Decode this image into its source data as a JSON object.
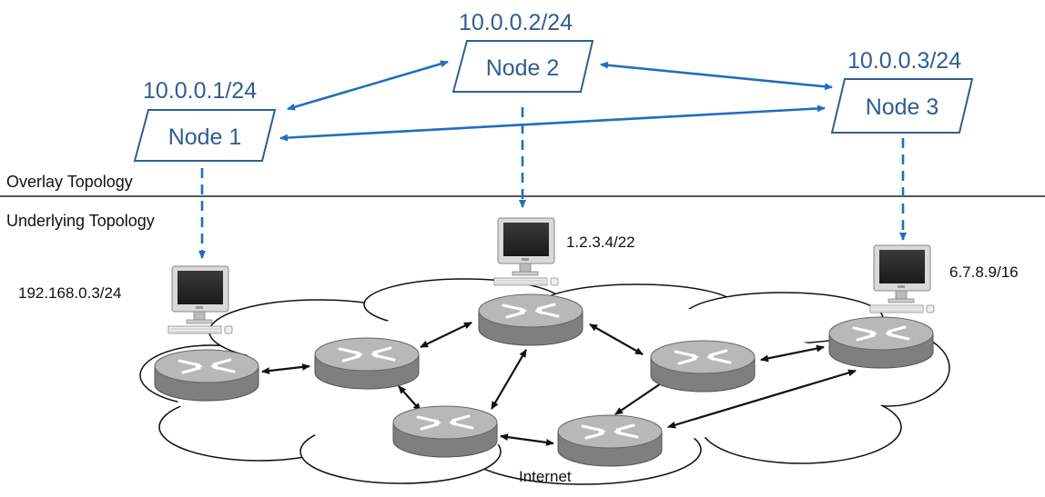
{
  "overlay_section_label": "Overlay Topology",
  "underlying_section_label": "Underlying Topology",
  "cloud_label": "Internet",
  "colors": {
    "overlay": "#2f5d96",
    "arrow": "#1f6fc0",
    "router_body": "#8a8a8a",
    "router_top": "#b5b5b5"
  },
  "overlay_nodes": [
    {
      "label": "Node 1",
      "ip": "10.0.0.1/24"
    },
    {
      "label": "Node 2",
      "ip": "10.0.0.2/24"
    },
    {
      "label": "Node 3",
      "ip": "10.0.0.3/24"
    }
  ],
  "hosts": [
    {
      "ip": "192.168.0.3/24"
    },
    {
      "ip": "1.2.3.4/22"
    },
    {
      "ip": "6.7.8.9/16"
    }
  ]
}
